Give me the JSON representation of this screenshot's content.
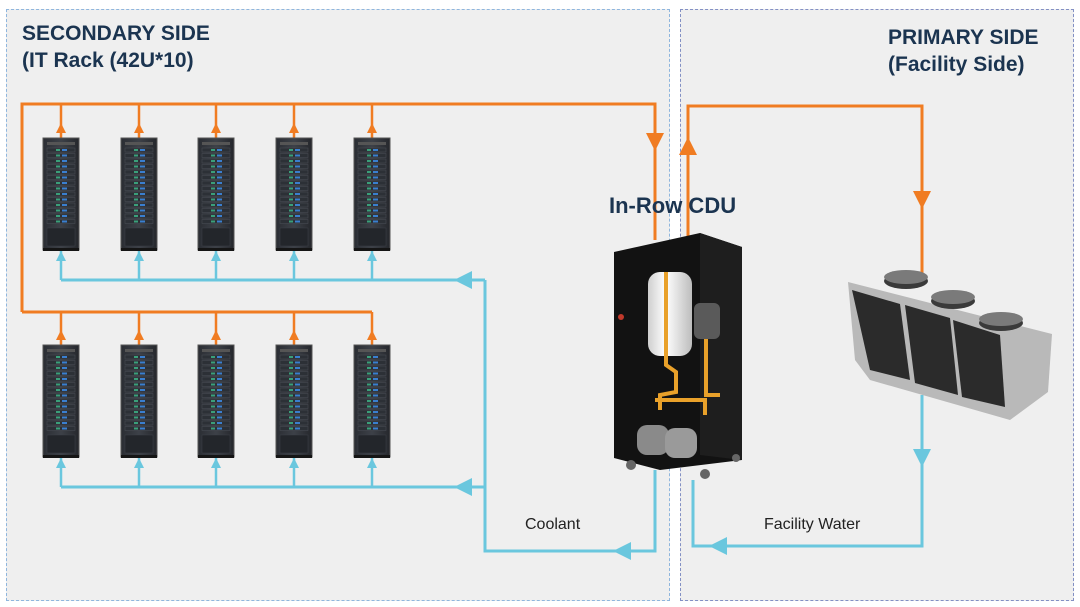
{
  "panels": {
    "secondary": {
      "title_line1": "SECONDARY SIDE",
      "title_line2": "(IT Rack (42U*10)"
    },
    "primary": {
      "title_line1": "PRIMARY SIDE",
      "title_line2": "(Facility Side)"
    }
  },
  "cdu": {
    "label": "In-Row CDU"
  },
  "flows": {
    "coolant_label": "Coolant",
    "facility_label": "Facility Water"
  },
  "racks": {
    "rows": 2,
    "per_row": 5,
    "total_label": "42U*10"
  },
  "colors": {
    "hot_line": "#f07c22",
    "cold_line": "#6ac7de",
    "title_text": "#1b3450",
    "panel_bg": "#efefef"
  },
  "icons": [
    "server-rack-icon",
    "cdu-unit-icon",
    "dry-cooler-icon",
    "flow-arrow-icon"
  ]
}
